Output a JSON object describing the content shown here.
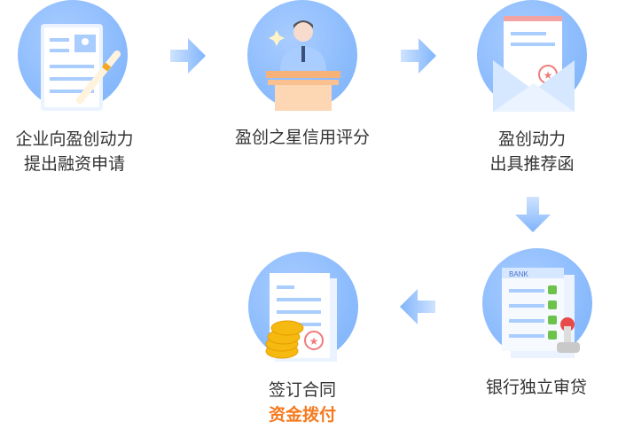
{
  "steps": [
    {
      "lines": [
        "企业向盈创动力",
        "提出融资申请"
      ],
      "icon": "application-form-icon"
    },
    {
      "lines": [
        "盈创之星信用评分"
      ],
      "icon": "speaker-podium-icon"
    },
    {
      "lines": [
        "盈创动力",
        "出具推荐函"
      ],
      "icon": "recommendation-letter-icon"
    },
    {
      "lines": [
        "银行独立审贷"
      ],
      "icon": "bank-checklist-icon",
      "bank_label": "BANK"
    },
    {
      "lines": [
        "签订合同"
      ],
      "highlight": "资金拨付",
      "icon": "contract-coins-icon"
    }
  ],
  "colors": {
    "circle": "#79b0fb",
    "arrow": "#7fb4fb",
    "text": "#333333",
    "highlight": "#f57a1f"
  }
}
